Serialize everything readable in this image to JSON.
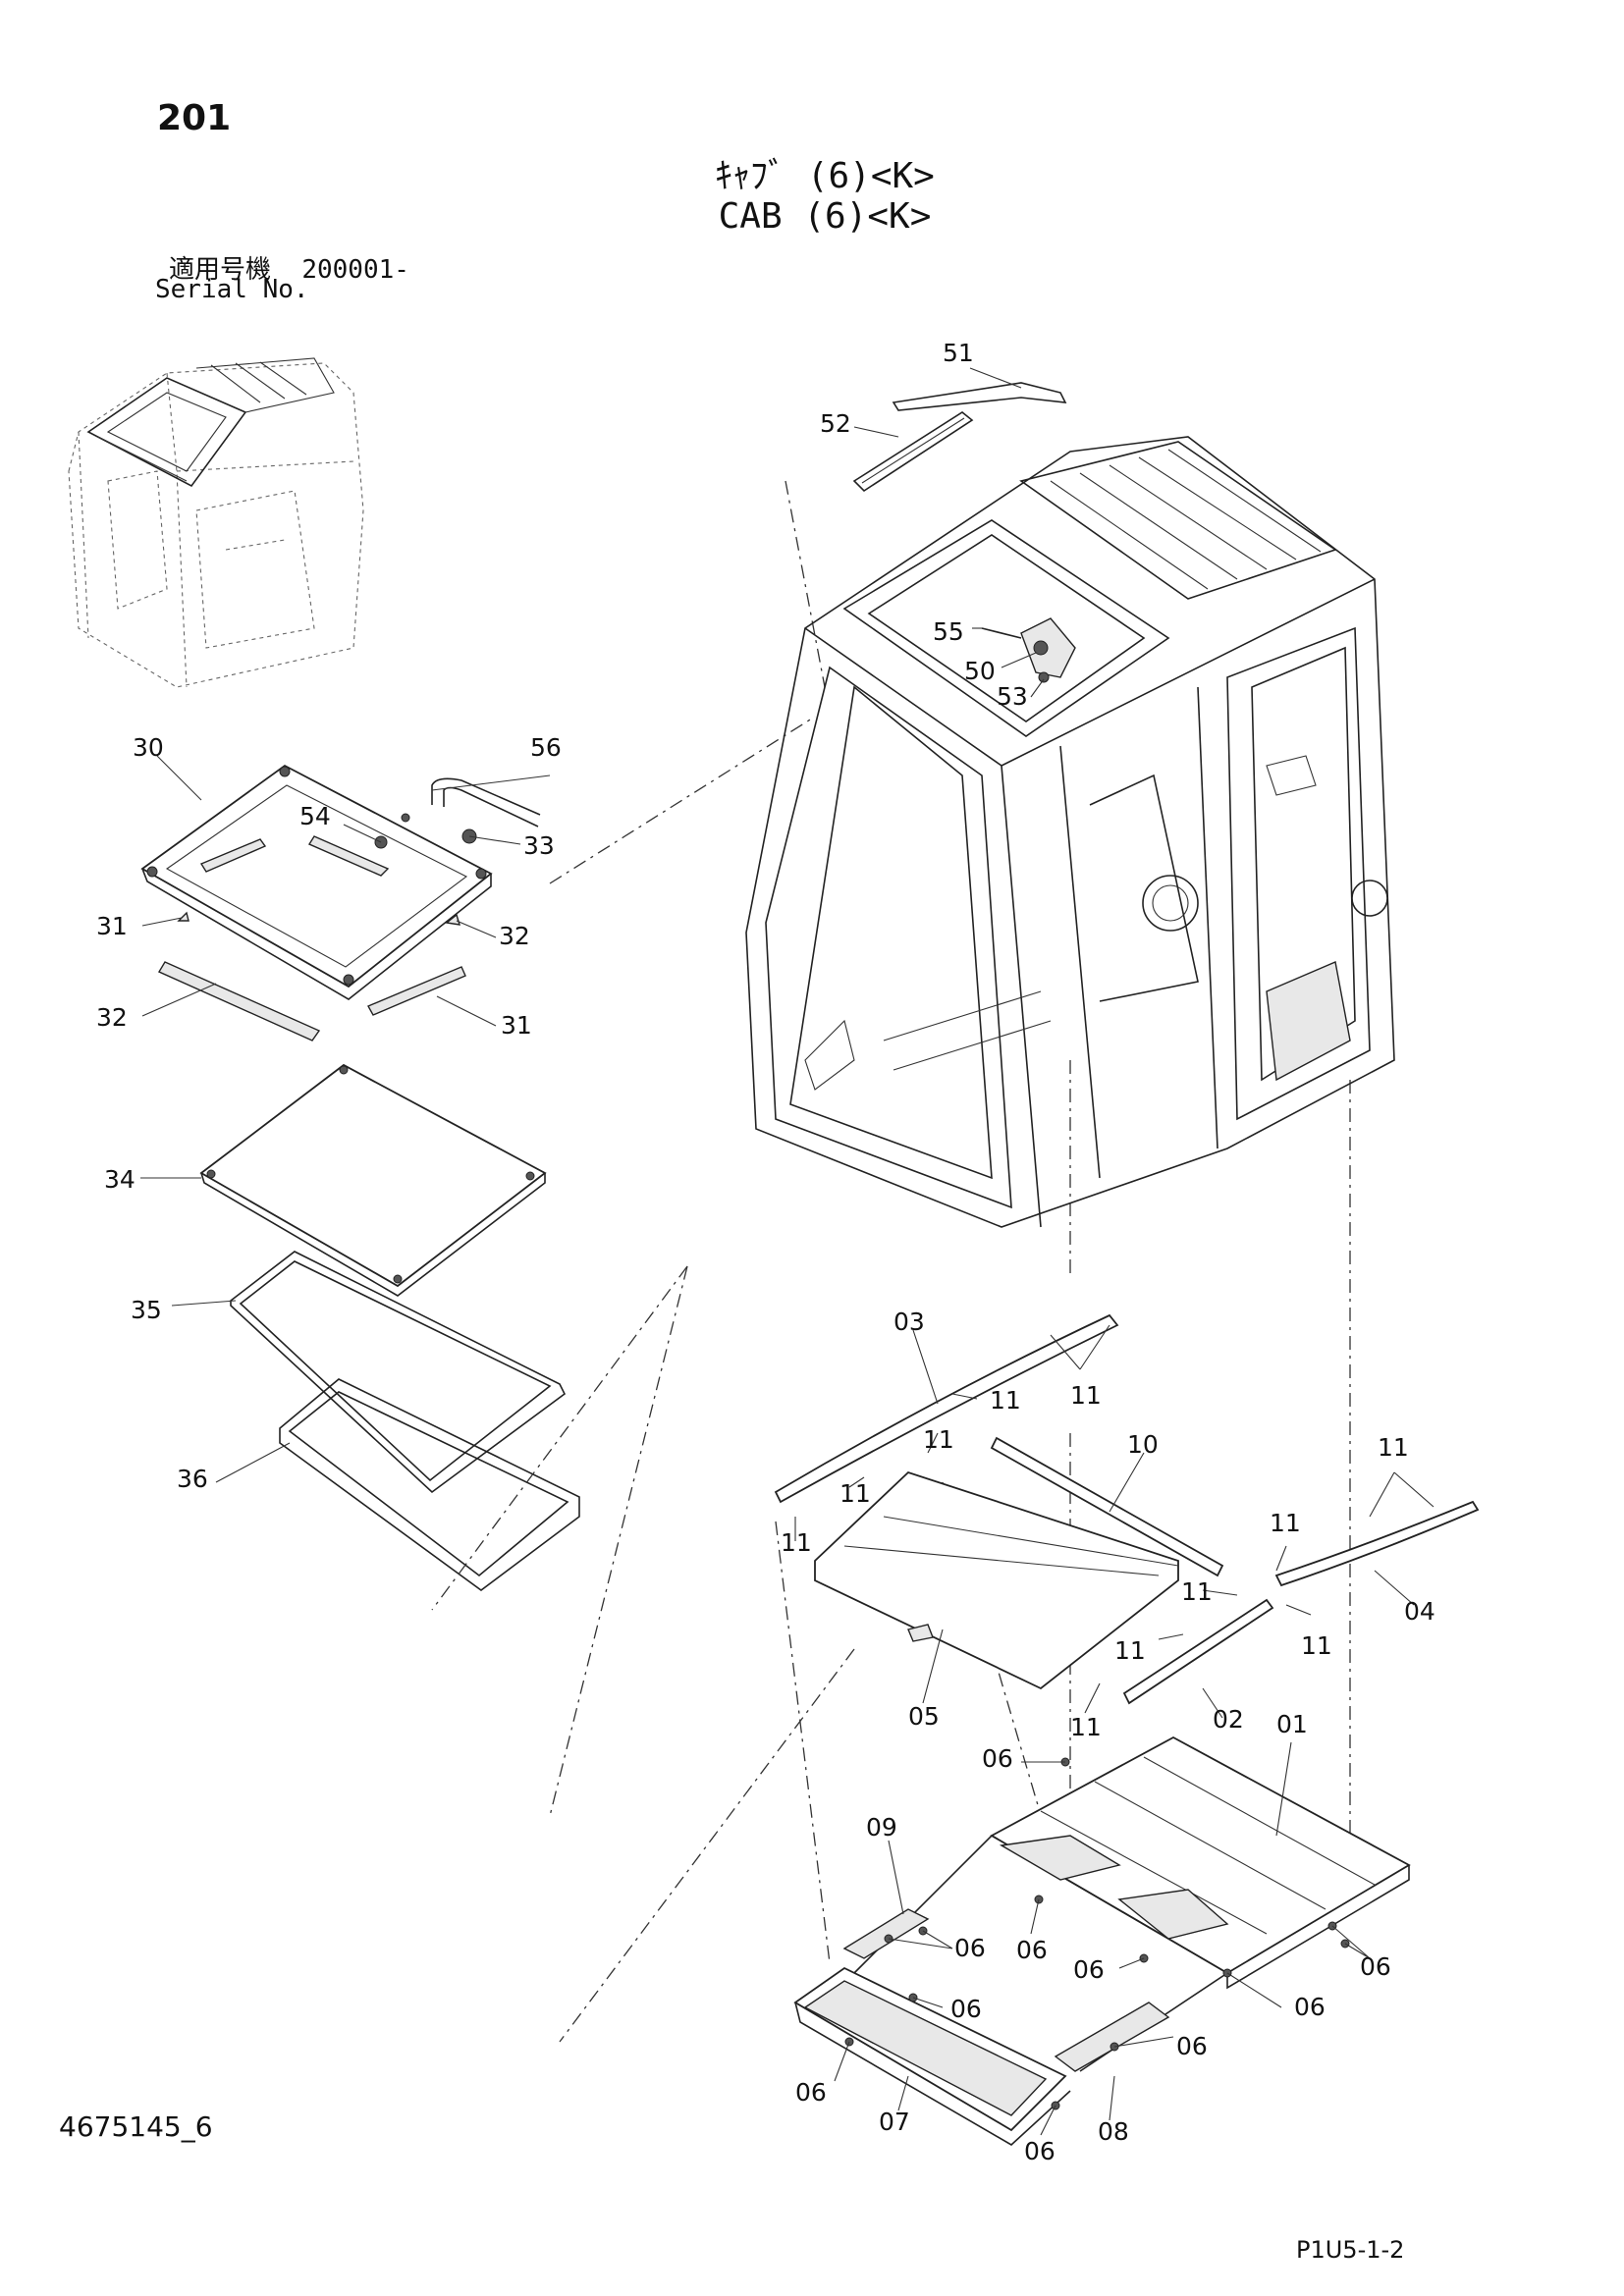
{
  "header": {
    "page_number": "201",
    "title_jp": "ｷｬﾌﾞ (6)<K>",
    "title_en": "CAB (6)<K>",
    "serial_label_jp": "適用号機",
    "serial_value": "200001-",
    "serial_label_en": "Serial No."
  },
  "footer": {
    "drawing_code": "4675145_6",
    "page_ref": "P1U5-1-2"
  },
  "callouts": {
    "c30": "30",
    "c54": "54",
    "c56": "56",
    "c33": "33",
    "c31a": "31",
    "c32a": "32",
    "c32b": "32",
    "c31b": "31",
    "c34": "34",
    "c35": "35",
    "c36": "36",
    "c51": "51",
    "c52": "52",
    "c55": "55",
    "c50": "50",
    "c53": "53",
    "c03": "03",
    "c11a": "11",
    "c11b": "11",
    "c11c": "11",
    "c11d": "11",
    "c10": "10",
    "c11e": "11",
    "c11f": "11",
    "c11g": "11",
    "c11h": "11",
    "c11i": "11",
    "c11j": "11",
    "c11k": "11",
    "c04": "04",
    "c05": "05",
    "c02": "02",
    "c06a": "06",
    "c01": "01",
    "c09": "09",
    "c06b": "06",
    "c06c": "06",
    "c06d": "06",
    "c06e": "06",
    "c06f": "06",
    "c06g": "06",
    "c06h": "06",
    "c06i": "06",
    "c07": "07",
    "c08": "08",
    "c06j": "06"
  }
}
